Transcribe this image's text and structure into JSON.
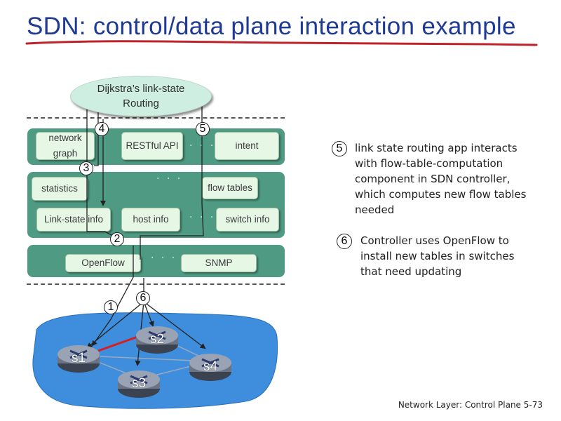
{
  "title": "SDN: control/data plane interaction example",
  "app_layer": {
    "routing_app": "Dijkstra’s link-state Routing",
    "boxes": {
      "network_graph": "network graph",
      "restful_api": "RESTful API",
      "intent": "intent"
    },
    "dots": ". . ."
  },
  "controller_layer": {
    "boxes": {
      "statistics": "statistics",
      "flow_tables": "flow tables",
      "link_state_info": "Link-state info",
      "host_info": "host info",
      "switch_info": "switch info"
    },
    "dots": ". . ."
  },
  "south_layer": {
    "boxes": {
      "openflow": "OpenFlow",
      "snmp": "SNMP"
    },
    "dots": ". . ."
  },
  "step_badges": {
    "b1": "1",
    "b2": "2",
    "b3": "3",
    "b4": "4",
    "b5": "5",
    "b6": "6"
  },
  "switches": {
    "s1": "s1",
    "s2": "s2",
    "s3": "s3",
    "s4": "s4"
  },
  "notes": [
    {
      "badge": "5",
      "text": "link state routing app interacts with flow-table-computation component in SDN controller, which computes new flow tables needed"
    },
    {
      "badge": "6",
      "text": "Controller uses OpenFlow to install new tables in switches that need updating"
    }
  ],
  "footer": "Network Layer: Control Plane 5-73",
  "colors": {
    "title": "#1f3a93",
    "underline": "#c0222a",
    "layer": "#4e9a82",
    "box": "#e7f7e6",
    "ellipse": "#cdeee0",
    "cloud": "#3f8ddd",
    "link_highlight": "#d81f1f"
  }
}
